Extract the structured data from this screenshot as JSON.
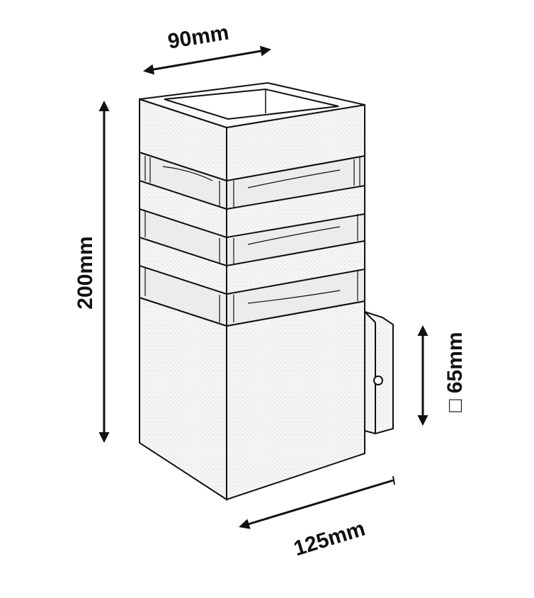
{
  "dimensions": {
    "width": "90mm",
    "height": "200mm",
    "mount_square": "□ 65mm",
    "depth": "125mm"
  },
  "colors": {
    "line": "#111111",
    "fill": "#f4f4f4",
    "glass": "#e6e6e6"
  }
}
